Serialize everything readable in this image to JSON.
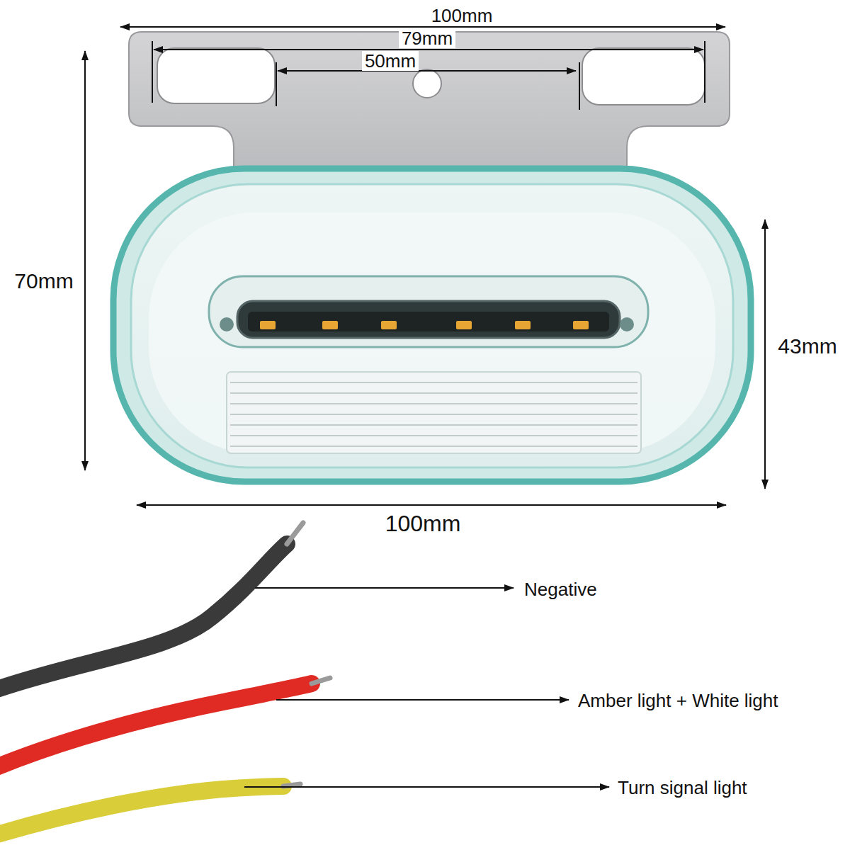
{
  "diagram": {
    "labels": [
      "100mm",
      "79mm",
      "50mm",
      "70mm",
      "43mm",
      "100mm",
      "Negative",
      "Amber light + White light",
      "Turn signal light"
    ]
  }
}
